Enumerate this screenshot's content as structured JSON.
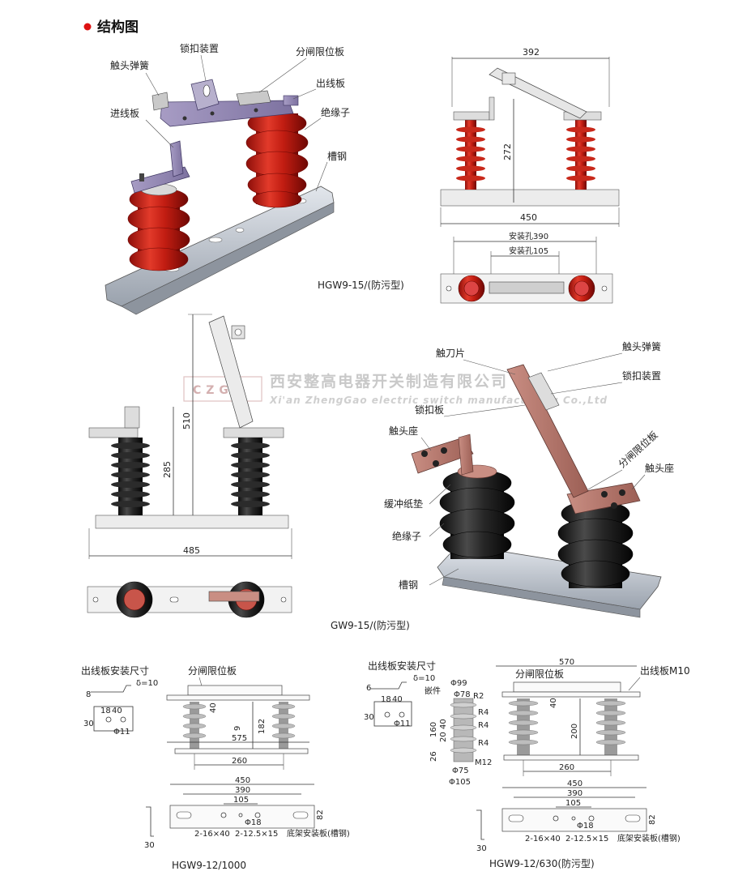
{
  "section_title": "结构图",
  "watermark": {
    "logo": "CZG",
    "company_cn": "西安整高电器开关制造有限公司",
    "company_en": "Xi'an ZhengGao electric switch manufacturing Co.,Ltd"
  },
  "hgw9_15": {
    "caption": "HGW9-15/(防污型)",
    "labels": {
      "lock": "锁扣装置",
      "spring": "触头弹簧",
      "limit": "分闸限位板",
      "outlet": "出线板",
      "inlet": "进线板",
      "insulator": "绝缘子",
      "channel": "槽钢"
    },
    "dims": {
      "top": "392",
      "height": "272",
      "base": "450",
      "hole1": "安装孔390",
      "hole2": "安装孔105"
    }
  },
  "gw9_15": {
    "caption": "GW9-15/(防污型)",
    "labels": {
      "blade": "触刀片",
      "spring": "触头弹簧",
      "lock_plate": "锁扣板",
      "lock": "锁扣装置",
      "seat_left": "触头座",
      "limit": "分闸限位板",
      "seat_right": "触头座",
      "pad": "缓冲纸垫",
      "insulator": "绝缘子",
      "channel": "槽钢"
    },
    "dims": {
      "total": "510",
      "height": "285",
      "base": "485"
    }
  },
  "hgw9_12_1000": {
    "caption": "HGW9-12/1000",
    "plate_title": "出线板安装尺寸",
    "limit_label": "分闸限位板",
    "channel_label": "底架安装板(槽钢)",
    "dims": {
      "delta": "δ=10",
      "d8": "8",
      "d18": "18",
      "d40": "40",
      "d30": "30",
      "phi11": "Φ11",
      "d40b": "40",
      "d9": "9",
      "d182": "182",
      "d575": "575",
      "d260": "260",
      "d450": "450",
      "d390": "390",
      "d105": "105",
      "phi18": "Φ18",
      "d82": "82",
      "d30b": "30",
      "holes1": "2-16×40",
      "holes2": "2-12.5×15"
    }
  },
  "hgw9_12_630": {
    "caption": "HGW9-12/630(防污型)",
    "plate_title": "出线板安装尺寸",
    "limit_label": "分闸限位板",
    "outlet_label": "出线板M10",
    "channel_label": "底架安装板(槽钢)",
    "insert_label": "嵌件",
    "dims": {
      "delta": "δ=10",
      "d6": "6",
      "d18": "18",
      "d40": "40",
      "d30": "30",
      "phi11": "Φ11",
      "phi99": "Φ99",
      "phi78": "Φ78",
      "r2": "R2",
      "r4a": "R4",
      "r4b": "R4",
      "r4c": "R4",
      "d160": "160",
      "d20": "20",
      "d40v": "40",
      "d26": "26",
      "m12": "M12",
      "phi75": "Φ75",
      "phi105": "Φ105",
      "d570": "570",
      "d40b": "40",
      "d200": "200",
      "d260": "260",
      "d450": "450",
      "d390": "390",
      "d105": "105",
      "phi18": "Φ18",
      "d82": "82",
      "d30b": "30",
      "holes1": "2-16×40",
      "holes2": "2-12.5×15"
    }
  }
}
